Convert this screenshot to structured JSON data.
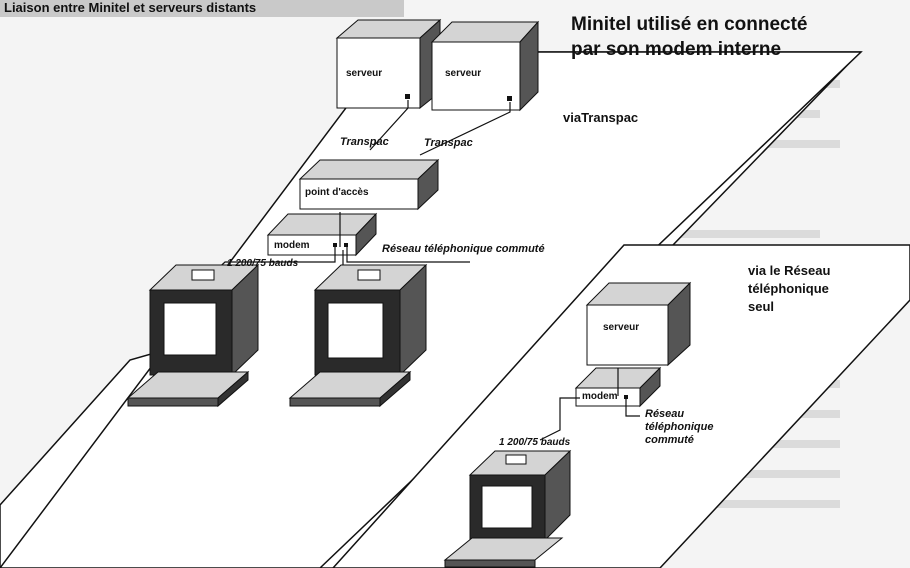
{
  "header": {
    "caption": "Liaison entre Minitel et serveurs distants"
  },
  "diagram": {
    "title_line1": "Minitel utilisé en connecté",
    "title_line2": "par son modem interne",
    "section_transpac": "viaTranspac",
    "section_rtc_line1": "via le Réseau",
    "section_rtc_line2": "téléphonique",
    "section_rtc_line3": "seul",
    "server_label": "serveur",
    "transpac_label_1": "Transpac",
    "transpac_label_2": "Transpac",
    "access_point_label": "point d'accès",
    "modem_label": "modem",
    "baud_label": "1 200/75 bauds",
    "network_label": "Réseau téléphonique commuté",
    "network_label_2_line1": "Réseau",
    "network_label_2_line2": "téléphonique",
    "network_label_2_line3": "commuté",
    "colors": {
      "ink": "#111111",
      "box_top": "#d4d4d4",
      "box_side": "#555555",
      "screen": "#2a2a2a",
      "plane": "#ffffff"
    }
  }
}
